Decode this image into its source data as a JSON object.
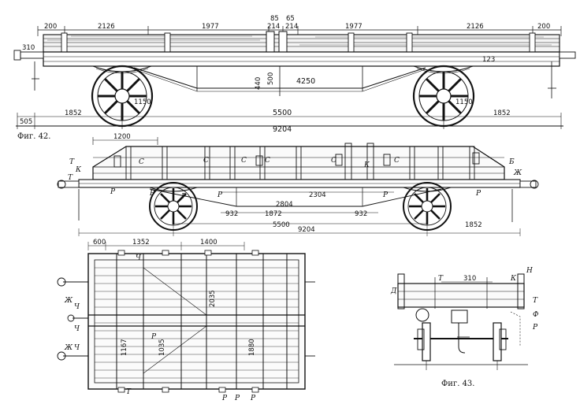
{
  "fig42": {
    "caption": "Фиг. 42.",
    "top": {
      "dims_top": [
        "200",
        "2126",
        "1977",
        "214",
        "214",
        "1977",
        "2126",
        "200"
      ],
      "dims_center": [
        "85",
        "65"
      ],
      "dims_inner": [
        "310",
        "1150",
        "440",
        "500",
        "4250",
        "123",
        "1150"
      ],
      "dims_bottom": [
        "505",
        "1852",
        "5500",
        "1852",
        "9204"
      ]
    },
    "middle": {
      "dims_top": [
        "1200"
      ],
      "dims_inner": [
        "2304",
        "2804",
        "1872",
        "932",
        "932"
      ],
      "dims_bottom": [
        "5500",
        "9204",
        "1852"
      ],
      "letters": [
        "Т",
        "К",
        "Р",
        "С",
        "С",
        "С",
        "С",
        "С",
        "С",
        "Б",
        "Ж",
        "Т",
        "Р",
        "Р",
        "Р",
        "Р",
        "Р",
        "К"
      ]
    },
    "plan": {
      "dims_top": [
        "600",
        "1352",
        "1400"
      ],
      "dims_inner": [
        "2035",
        "1167",
        "1035",
        "1880"
      ],
      "letters": [
        "Ч",
        "Т",
        "Ж",
        "Ч",
        "Ч",
        "Ж",
        "Ч",
        "Р",
        "Р",
        "Р",
        "Р"
      ]
    }
  },
  "fig43": {
    "caption": "Фиг. 43.",
    "dims": [
      "310"
    ],
    "letters": [
      "Д",
      "Т",
      "Н",
      "К",
      "Т",
      "Ф",
      "Р"
    ]
  }
}
